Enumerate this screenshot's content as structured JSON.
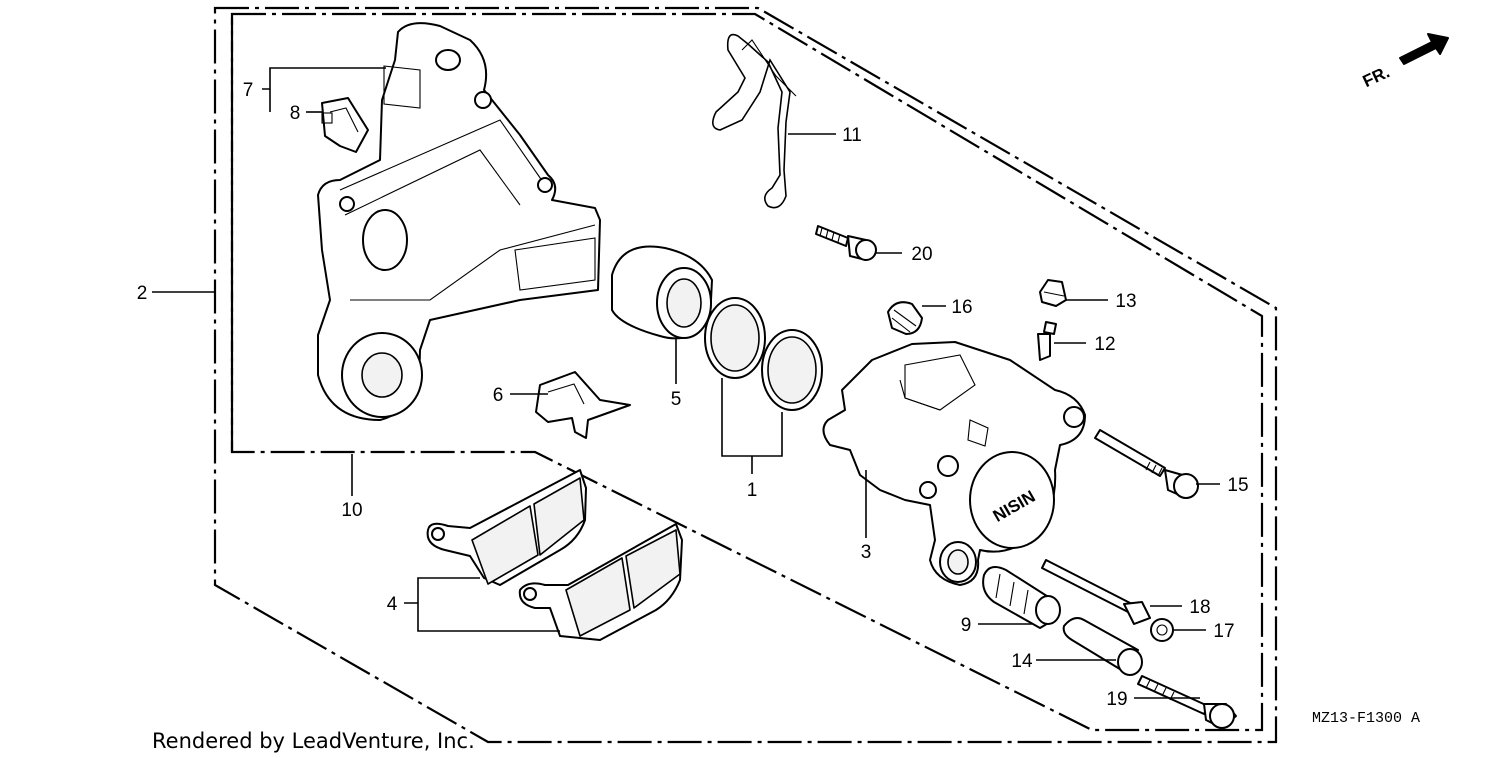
{
  "diagram": {
    "drawing_code": "MZ13-F1300 A",
    "credit": "Rendered by LeadVenture, Inc.",
    "direction_marker": "FR.",
    "callouts": [
      {
        "id": "1",
        "text": "1"
      },
      {
        "id": "2",
        "text": "2"
      },
      {
        "id": "3",
        "text": "3"
      },
      {
        "id": "4",
        "text": "4"
      },
      {
        "id": "5",
        "text": "5"
      },
      {
        "id": "6",
        "text": "6"
      },
      {
        "id": "7",
        "text": "7"
      },
      {
        "id": "8",
        "text": "8"
      },
      {
        "id": "9",
        "text": "9"
      },
      {
        "id": "10",
        "text": "10"
      },
      {
        "id": "11",
        "text": "11"
      },
      {
        "id": "12",
        "text": "12"
      },
      {
        "id": "13",
        "text": "13"
      },
      {
        "id": "14",
        "text": "14"
      },
      {
        "id": "15",
        "text": "15"
      },
      {
        "id": "16",
        "text": "16"
      },
      {
        "id": "17",
        "text": "17"
      },
      {
        "id": "18",
        "text": "18"
      },
      {
        "id": "19",
        "text": "19"
      },
      {
        "id": "20",
        "text": "20"
      }
    ]
  }
}
